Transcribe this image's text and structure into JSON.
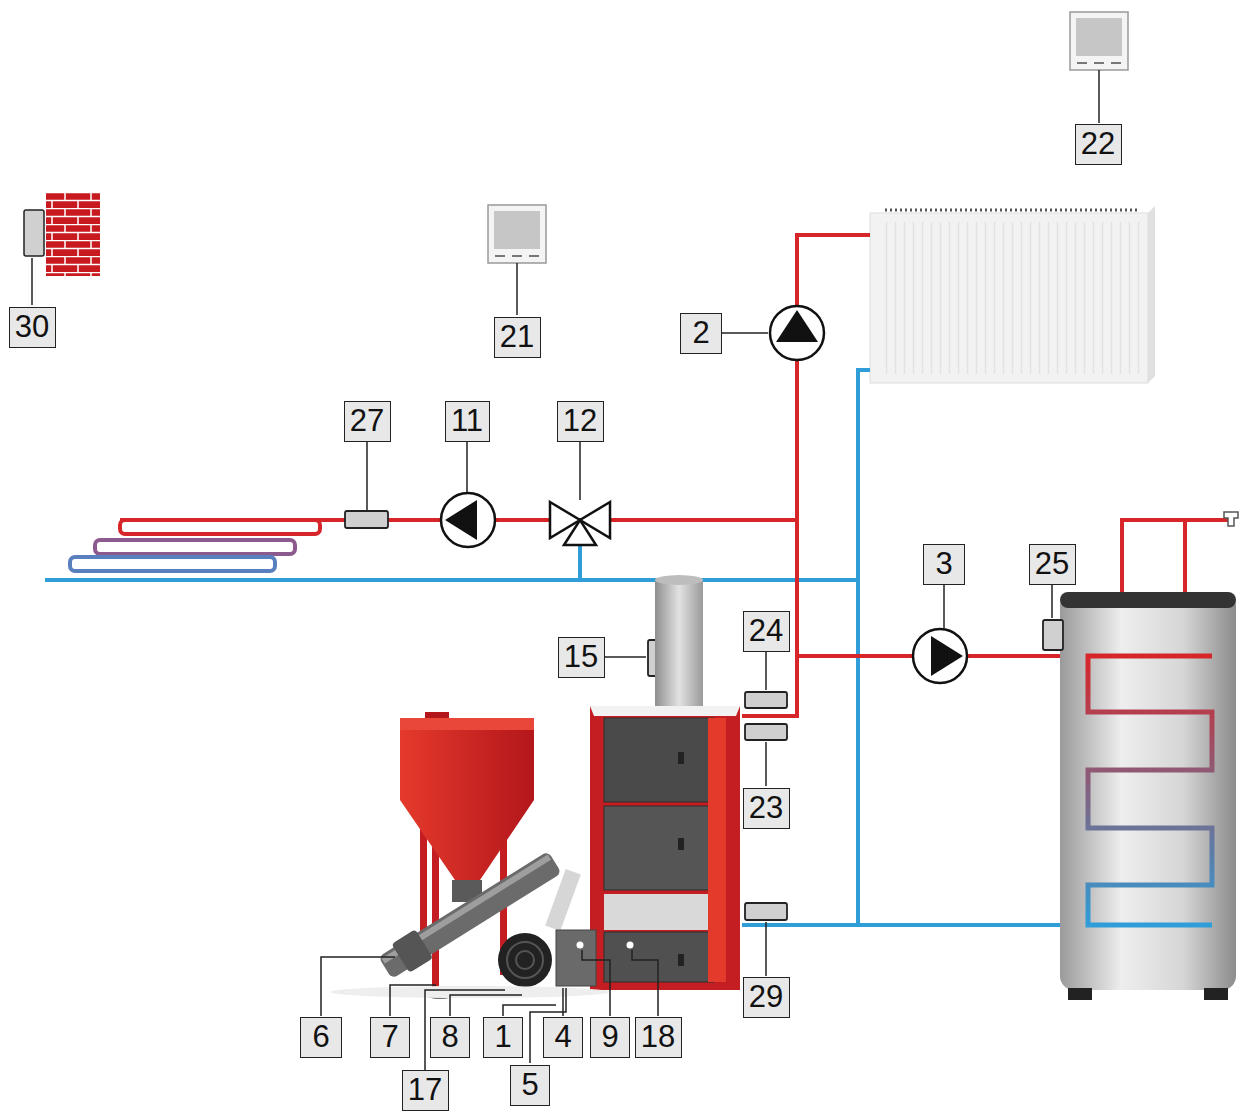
{
  "diagram": {
    "nodes": [
      {
        "text": [
          "22"
        ]
      },
      {
        "text": [
          "30"
        ]
      },
      {
        "text": [
          "21"
        ]
      },
      {
        "text": [
          "2"
        ]
      },
      {
        "text": [
          "27"
        ]
      },
      {
        "text": [
          "11"
        ]
      },
      {
        "text": [
          "12"
        ]
      },
      {
        "text": [
          "3"
        ]
      },
      {
        "text": [
          "25"
        ]
      },
      {
        "text": [
          "24"
        ]
      },
      {
        "text": [
          "15"
        ]
      },
      {
        "text": [
          "23"
        ]
      },
      {
        "text": [
          "29"
        ]
      },
      {
        "text": [
          "6"
        ]
      },
      {
        "text": [
          "7"
        ]
      },
      {
        "text": [
          "8"
        ]
      },
      {
        "text": [
          "1"
        ]
      },
      {
        "text": [
          "4"
        ]
      },
      {
        "text": [
          "9"
        ]
      },
      {
        "text": [
          "18"
        ]
      },
      {
        "text": [
          "5"
        ]
      },
      {
        "text": [
          "17"
        ]
      }
    ]
  }
}
